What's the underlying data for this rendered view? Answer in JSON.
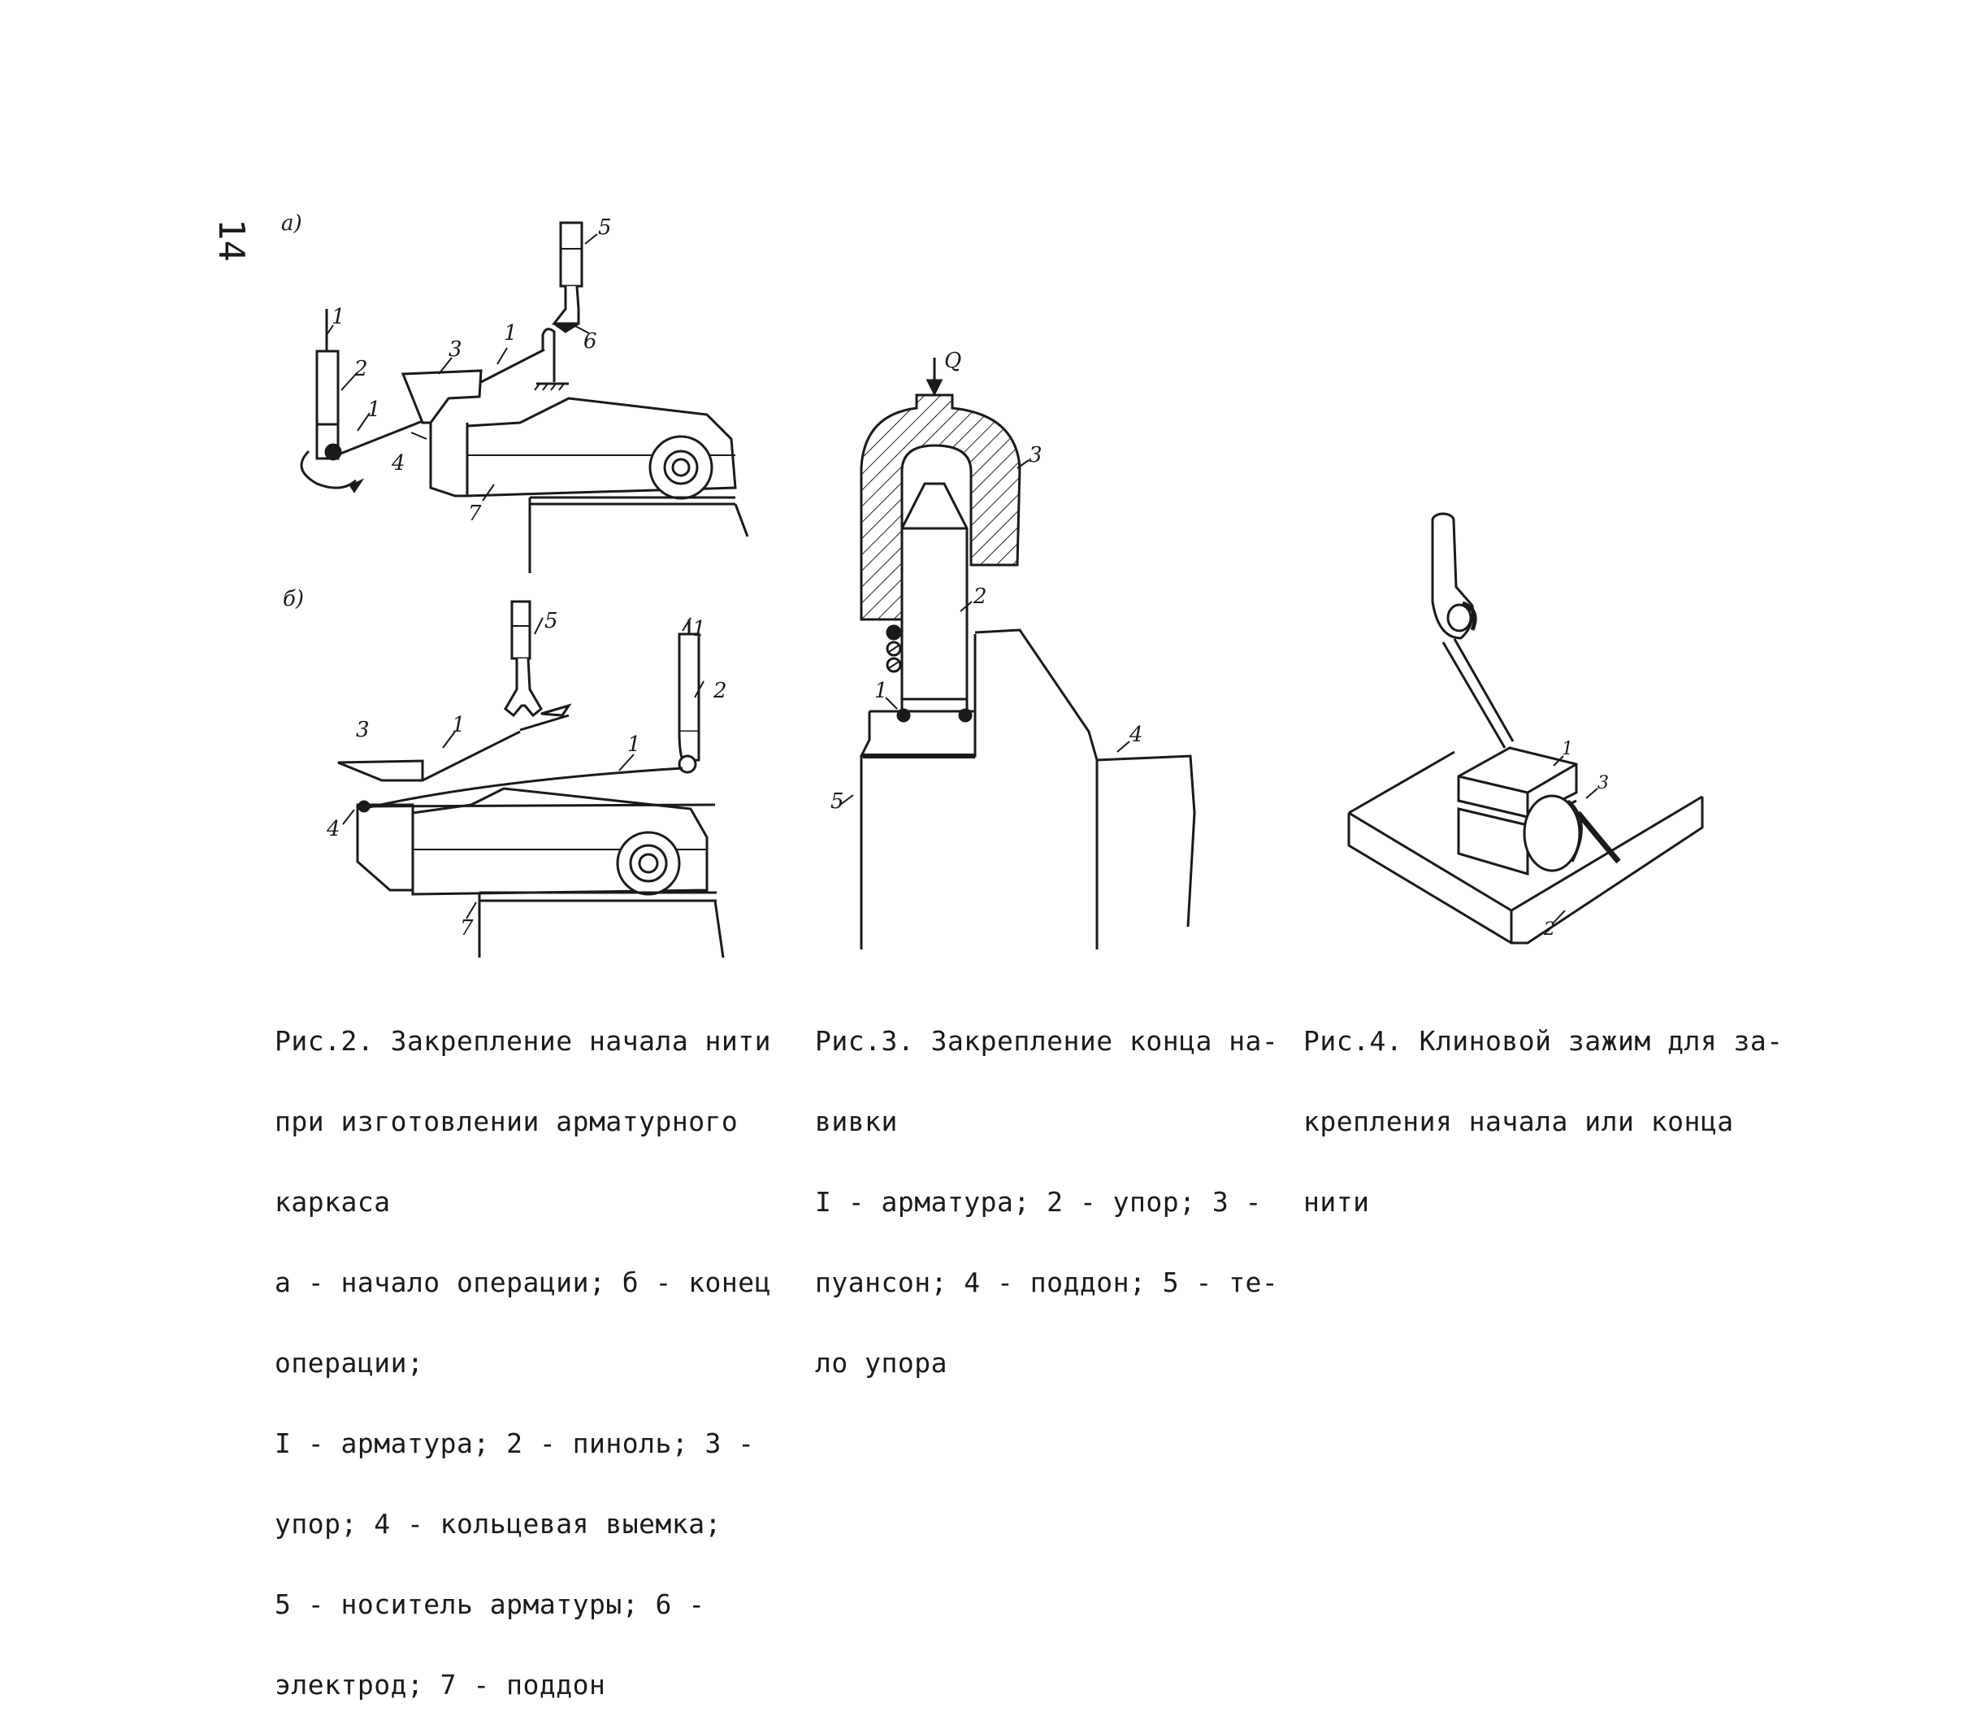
{
  "page_number": "14",
  "figure2": {
    "panel_a": "а)",
    "panel_b": "б)",
    "labels_a": [
      "1",
      "2",
      "1",
      "3",
      "1",
      "5",
      "6",
      "4",
      "7"
    ],
    "labels_b": [
      "5",
      "1",
      "2",
      "3",
      "1",
      "1",
      "4",
      "7"
    ],
    "caption": [
      "Рис.2. Закрепление начала нити",
      "при изготовлении арматурного",
      "каркаса",
      "а - начало операции; б - конец",
      "операции;",
      "I - арматура; 2 - пиноль; 3 -",
      "упор; 4 - кольцевая выемка;",
      "5 - носитель арматуры; 6 -",
      "электрод; 7 - поддон"
    ]
  },
  "figure3": {
    "labels": [
      "Q",
      "3",
      "2",
      "1",
      "4",
      "5"
    ],
    "caption": [
      "Рис.3. Закрепление конца на-",
      "вивки",
      "I - арматура; 2 - упор; 3 -",
      "пуансон; 4 - поддон; 5 - те-",
      "ло упора"
    ]
  },
  "figure4": {
    "labels": [
      "1",
      "3",
      "2"
    ],
    "caption": [
      "Рис.4. Клиновой зажим для за-",
      "крепления начала или конца",
      "нити"
    ]
  }
}
